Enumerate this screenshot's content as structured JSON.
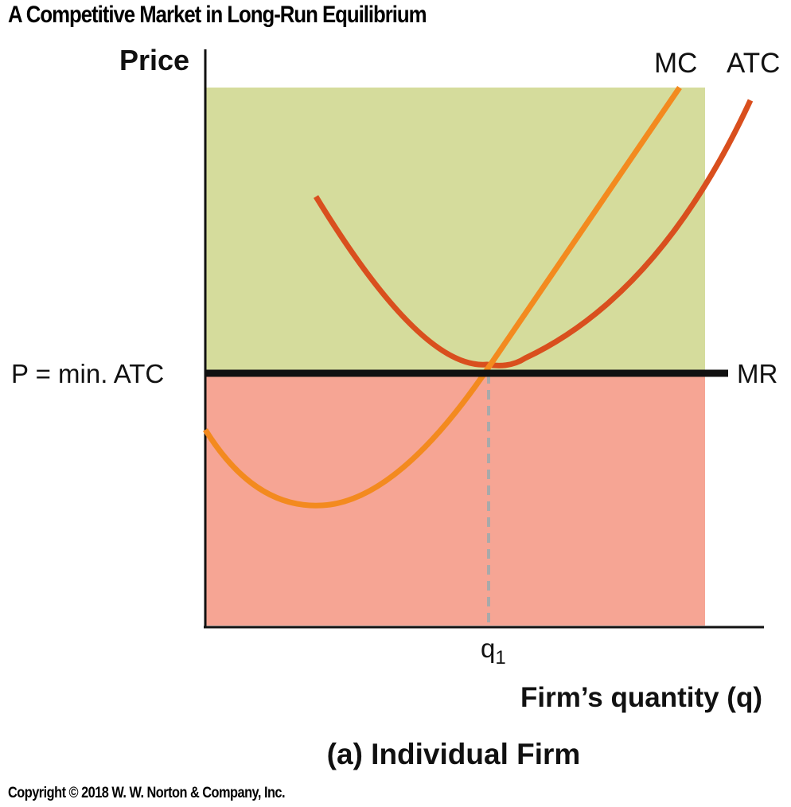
{
  "title": "A Competitive Market in Long-Run Equilibrium",
  "copyright": "Copyright © 2018 W. W. Norton & Company, Inc.",
  "diagram": {
    "y_axis_label": "Price",
    "x_axis_label": "Firm’s quantity (q)",
    "subtitle": "(a) Individual Firm",
    "price_label": "P = min. ATC",
    "quantity_label": "q",
    "quantity_subscript": "1",
    "curves": {
      "mc": "MC",
      "atc": "ATC",
      "mr": "MR"
    },
    "colors": {
      "upper_region": "#d5dc9c",
      "lower_region": "#f6a594",
      "mc_curve": "#f38a1f",
      "atc_curve": "#d94f1e",
      "mr_line": "#111111",
      "dashed_guide": "#a9a9a9",
      "axes": "#111111"
    }
  }
}
